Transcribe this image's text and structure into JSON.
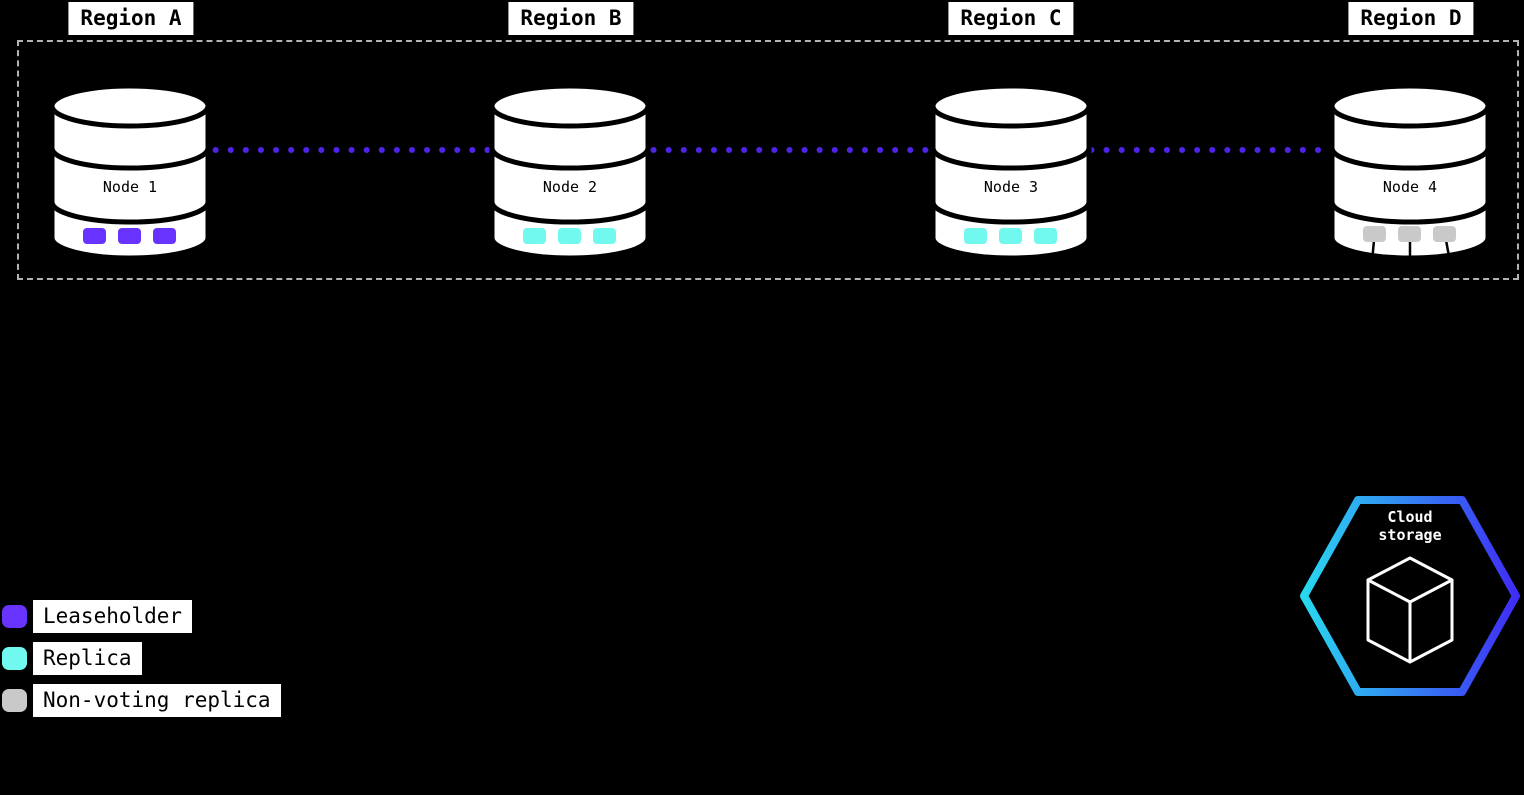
{
  "diagram": {
    "regions": [
      {
        "label": "Region A"
      },
      {
        "label": "Region B"
      },
      {
        "label": "Region C"
      },
      {
        "label": "Region D"
      }
    ],
    "nodes": [
      {
        "label": "Node 1",
        "replica_type": "leaseholder"
      },
      {
        "label": "Node 2",
        "replica_type": "replica"
      },
      {
        "label": "Node 3",
        "replica_type": "replica"
      },
      {
        "label": "Node 4",
        "replica_type": "non-voting-replica"
      }
    ],
    "legend": [
      {
        "label": "Leaseholder",
        "color": "#6933ff"
      },
      {
        "label": "Replica",
        "color": "#71f9f0"
      },
      {
        "label": "Non-voting replica",
        "color": "#c9c9c9"
      }
    ],
    "cloud_storage": {
      "line1": "Cloud",
      "line2": "storage"
    }
  },
  "colors": {
    "background": "#000000",
    "leaseholder": "#6933ff",
    "replica": "#71f9f0",
    "non_voting": "#c9c9c9",
    "link_line": "#4d24e8",
    "dashed_border": "#b3b3b3",
    "hex_gradient_start": "#29d8f0",
    "hex_gradient_end": "#3f2df5"
  }
}
